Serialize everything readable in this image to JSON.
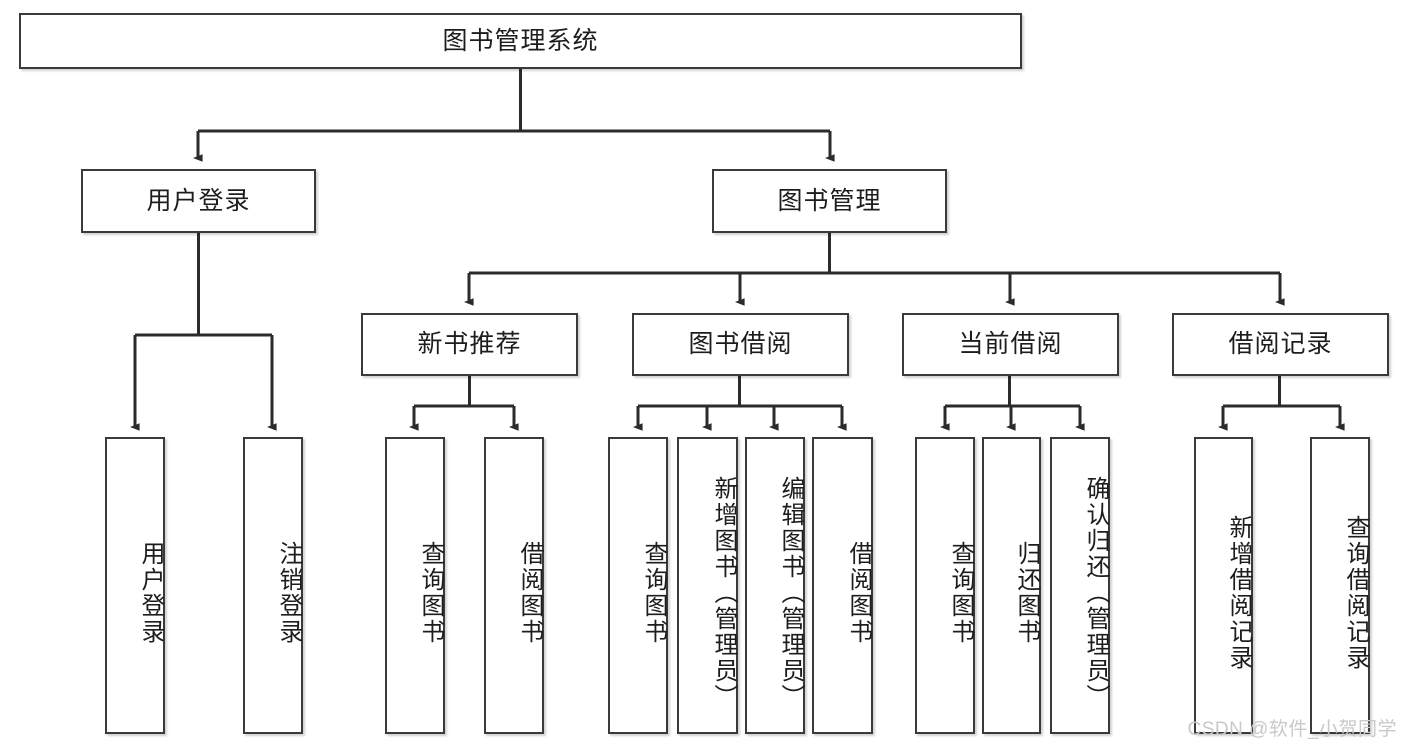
{
  "diagram": {
    "type": "tree-hierarchy-flowchart",
    "title": "图书管理系统",
    "watermark": "CSDN @软件_小贺同学",
    "colors": {
      "box_border": "#3a3a3a",
      "box_fill": "#ffffff",
      "edge": "#2b2b2b",
      "text": "#1d1d1d",
      "watermark": "#c9c9c9"
    },
    "levels": {
      "root": {
        "label": "图书管理系统"
      },
      "level2": [
        {
          "id": "user-login",
          "label": "用户登录"
        },
        {
          "id": "book-manage",
          "label": "图书管理"
        }
      ],
      "level3": [
        {
          "id": "new-book-recommend",
          "label": "新书推荐",
          "parent": "book-manage"
        },
        {
          "id": "book-borrow",
          "label": "图书借阅",
          "parent": "book-manage"
        },
        {
          "id": "current-borrow",
          "label": "当前借阅",
          "parent": "book-manage"
        },
        {
          "id": "borrow-record",
          "label": "借阅记录",
          "parent": "book-manage"
        }
      ],
      "leaves": [
        {
          "id": "leaf-user-login",
          "label": "用户登录",
          "parent": "user-login"
        },
        {
          "id": "leaf-user-logout",
          "label": "注销登录",
          "parent": "user-login"
        },
        {
          "id": "leaf-query-book-1",
          "label": "查询图书",
          "parent": "new-book-recommend"
        },
        {
          "id": "leaf-borrow-book-1",
          "label": "借阅图书",
          "parent": "new-book-recommend"
        },
        {
          "id": "leaf-query-book-2",
          "label": "查询图书",
          "parent": "book-borrow"
        },
        {
          "id": "leaf-add-book",
          "label": "新增图书（管理员）",
          "parent": "book-borrow"
        },
        {
          "id": "leaf-edit-book",
          "label": "编辑图书（管理员）",
          "parent": "book-borrow"
        },
        {
          "id": "leaf-borrow-book-2",
          "label": "借阅图书",
          "parent": "book-borrow"
        },
        {
          "id": "leaf-query-book-3",
          "label": "查询图书",
          "parent": "current-borrow"
        },
        {
          "id": "leaf-return-book",
          "label": "归还图书",
          "parent": "current-borrow"
        },
        {
          "id": "leaf-confirm-return",
          "label": "确认归还（管理员）",
          "parent": "current-borrow"
        },
        {
          "id": "leaf-add-record",
          "label": "新增借阅记录",
          "parent": "borrow-record"
        },
        {
          "id": "leaf-query-record",
          "label": "查询借阅记录",
          "parent": "borrow-record"
        }
      ]
    }
  }
}
